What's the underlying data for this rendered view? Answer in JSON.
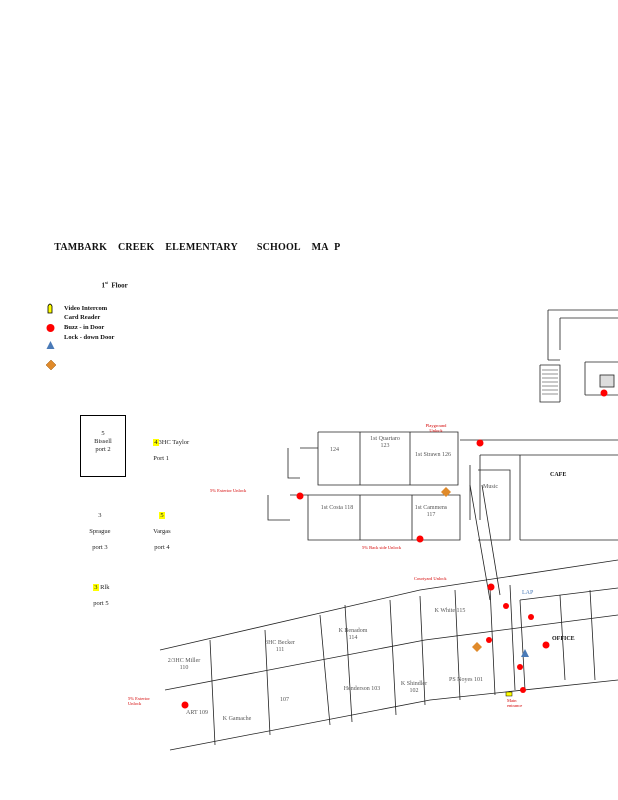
{
  "title": "TAMBARK CREEK ELEMENTARY SCHOOL MAP",
  "title_words": [
    "TAMBARK",
    "CREEK",
    "ELEMENTARY",
    "SCHOOL",
    "MA",
    "P"
  ],
  "floor_label": "1st Floor",
  "floor": {
    "num": "1",
    "sup": "st",
    "word": "Floor"
  },
  "legend": {
    "items": [
      {
        "icon": "video-intercom-icon",
        "label": "Video Intercom",
        "color": "#ffff00"
      },
      {
        "icon": "card-reader-icon",
        "label": "Card Reader",
        "color": "#000000"
      },
      {
        "icon": "buzz-in-door-icon",
        "label": "Buzz - in Door",
        "color": "#ff0000"
      },
      {
        "icon": "lock-down-door-icon",
        "label": "Lock - down Door",
        "color": "#4a7ab7"
      },
      {
        "icon": "diamond-icon",
        "label": "",
        "color": "#e08a2a"
      }
    ]
  },
  "portables": [
    {
      "num": "5",
      "name": "Bissell",
      "port": "port 2"
    },
    {
      "num": "4",
      "name": "3HC Taylor",
      "port": "Port 1"
    },
    {
      "num": "3",
      "name": "Sprague",
      "port": "port 3"
    },
    {
      "num": "5",
      "name": "Vargas",
      "port": "port 4"
    },
    {
      "num": "3",
      "name": "Rlk",
      "port": "port 5"
    }
  ],
  "rooms": [
    {
      "id": "r124",
      "label": "124"
    },
    {
      "id": "r123",
      "label": "1st Quartaro 123"
    },
    {
      "id": "r126",
      "label": "1st Strawn 126"
    },
    {
      "id": "r118",
      "label": "1st Costa 118"
    },
    {
      "id": "r117",
      "label": "1st Cammens 117"
    },
    {
      "id": "music",
      "label": "Music"
    },
    {
      "id": "cafe",
      "label": "CAFE"
    },
    {
      "id": "lap",
      "label": "LAP"
    },
    {
      "id": "office",
      "label": "OFFICE"
    },
    {
      "id": "r114",
      "label": "K Benadom 114"
    },
    {
      "id": "r115",
      "label": "K White 115"
    },
    {
      "id": "r111",
      "label": "3HC Becker 111"
    },
    {
      "id": "r110",
      "label": "2/3HC Miller 110"
    },
    {
      "id": "r107",
      "label": "107"
    },
    {
      "id": "r103",
      "label": "Henderson 103"
    },
    {
      "id": "r102",
      "label": "K Shindler 102"
    },
    {
      "id": "r101",
      "label": "PS Noyes 101"
    },
    {
      "id": "r109",
      "label": "ART 109"
    },
    {
      "id": "gamache",
      "label": "K Gamache"
    }
  ],
  "red_notes": [
    {
      "id": "playground",
      "text": "Playground Unlock"
    },
    {
      "id": "5min1",
      "text": "5% Exterior Unlock"
    },
    {
      "id": "5min2",
      "text": "5% Back side Unlock"
    },
    {
      "id": "courtyard",
      "text": "Courtyard Unlock"
    },
    {
      "id": "5min3",
      "text": "5% Exterior Unlock"
    },
    {
      "id": "main",
      "text": "Main entrance"
    }
  ]
}
